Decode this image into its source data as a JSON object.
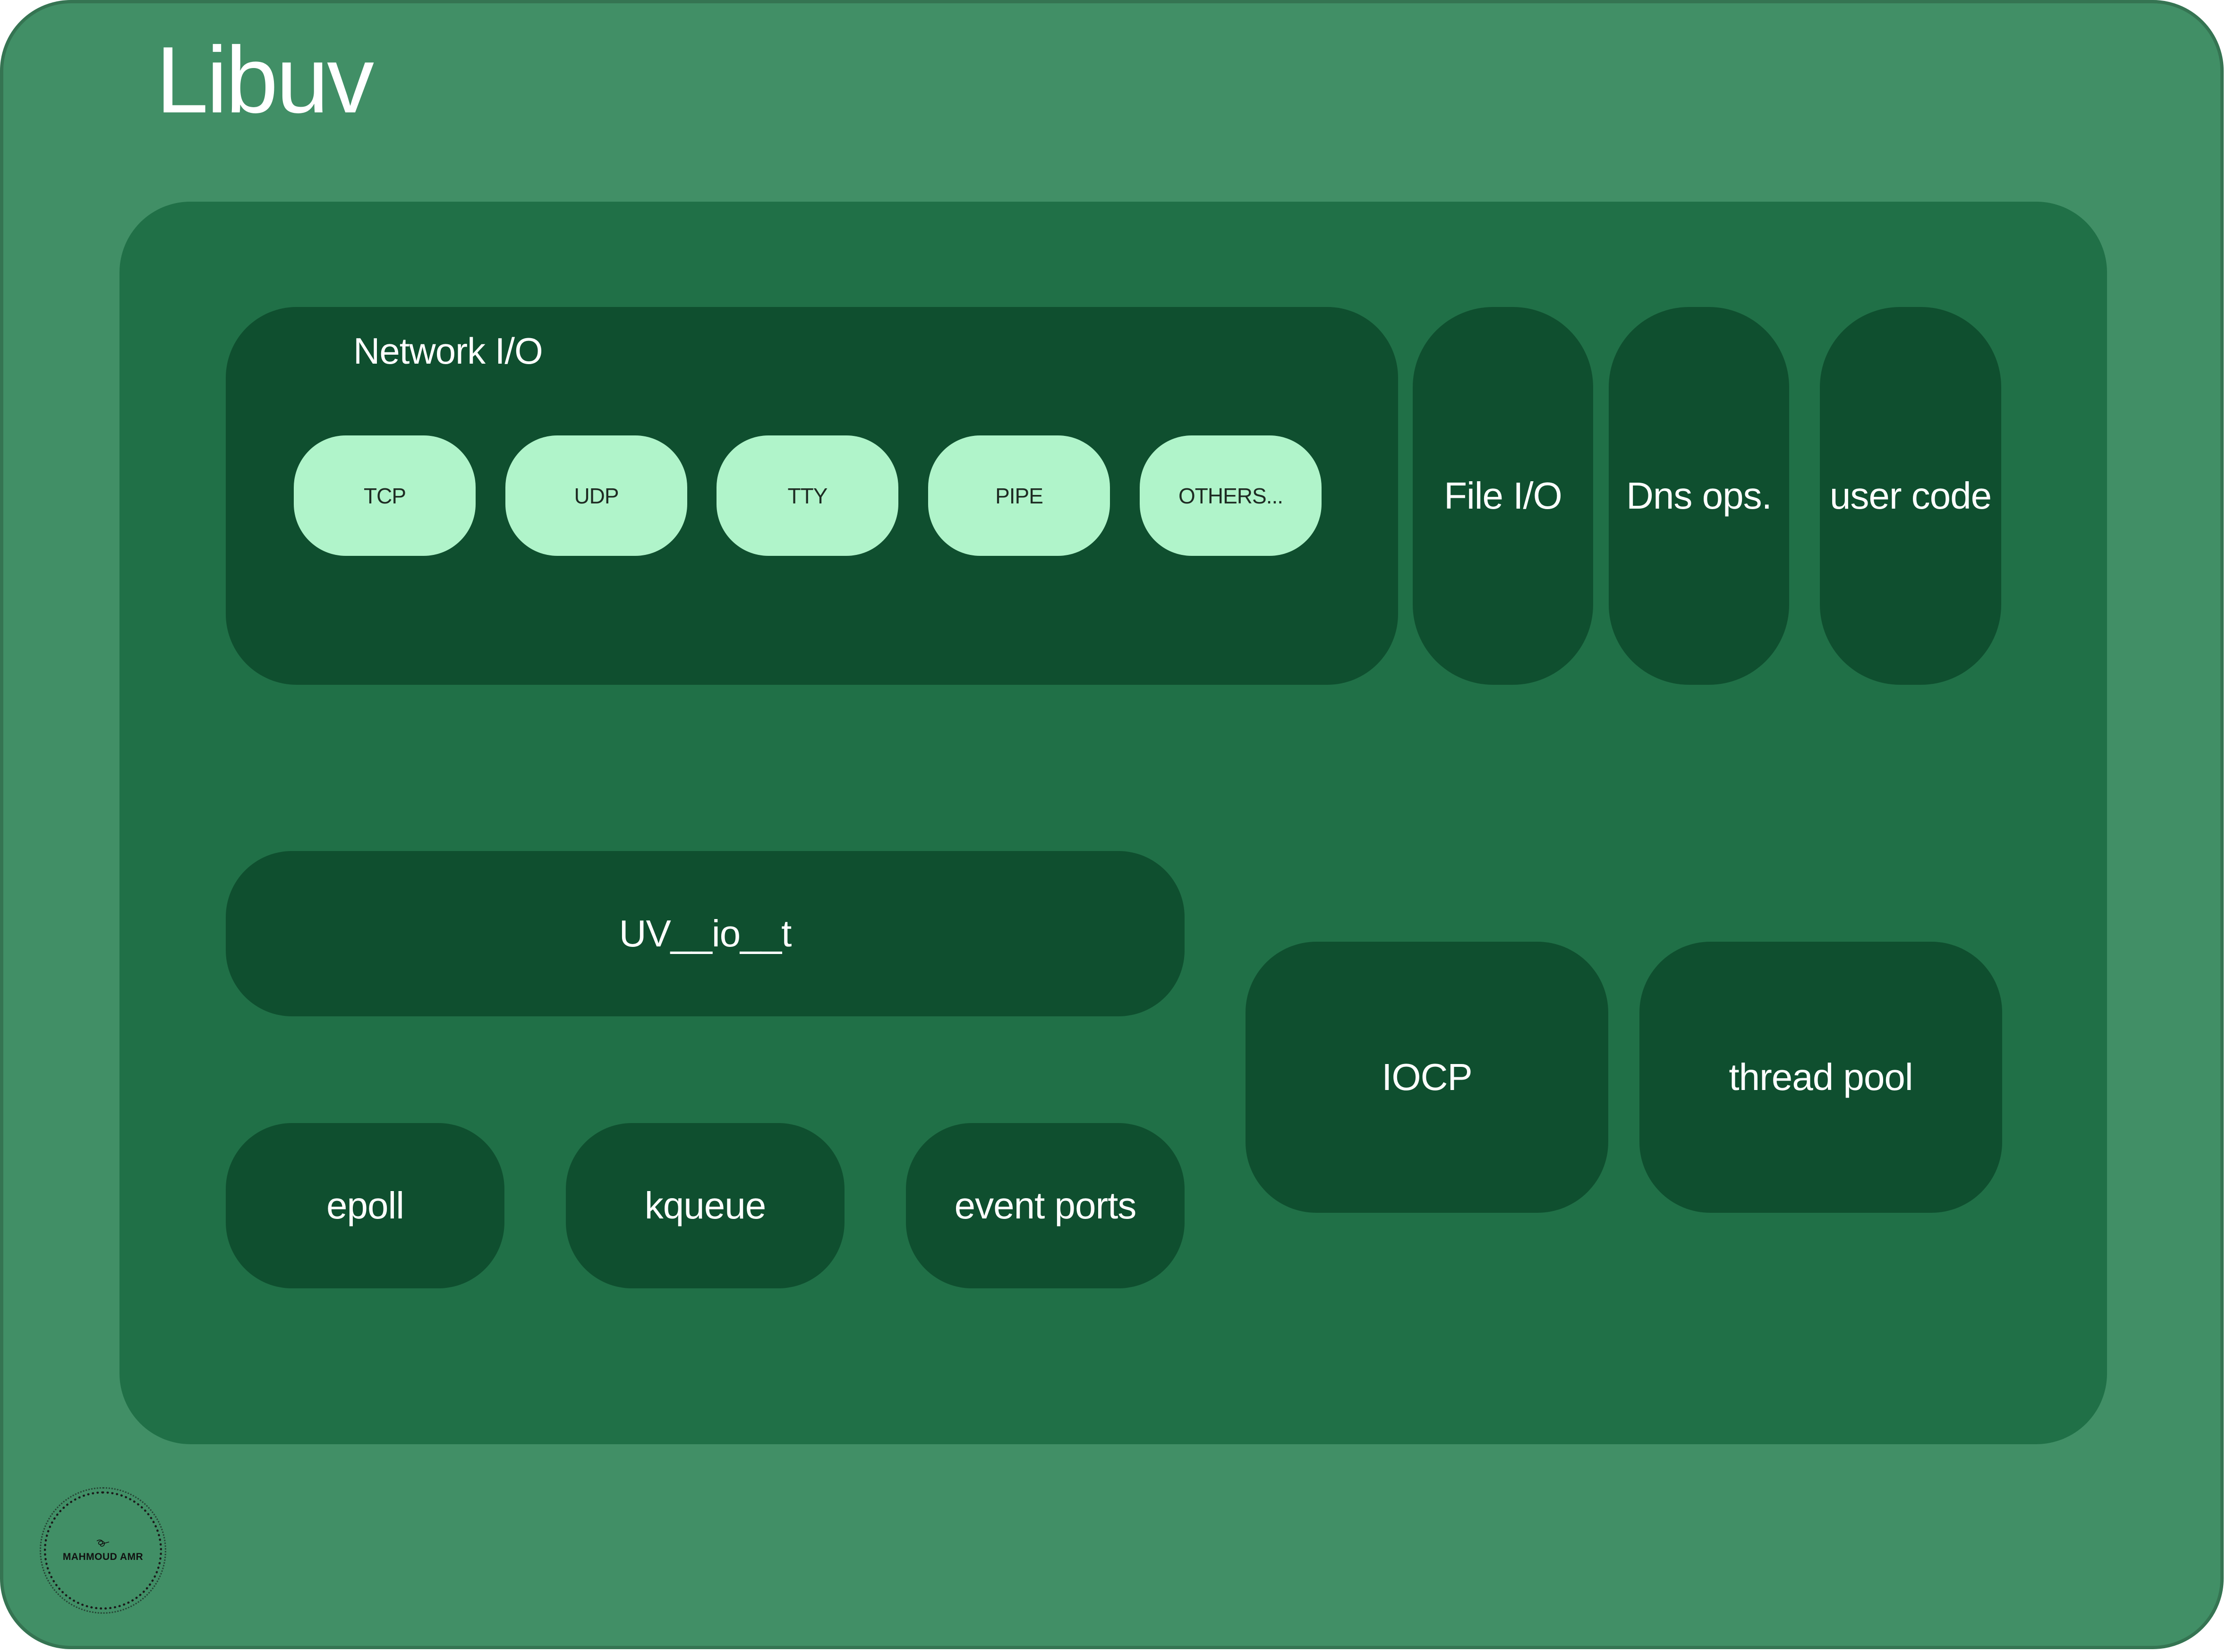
{
  "title": "Libuv",
  "colors": {
    "outer_background": "#418F66",
    "outer_border": "#357452",
    "panel_background": "#207047",
    "card_background": "#0F4F2F",
    "chip_background": "#B0F4CA",
    "chip_text": "#1E2B23",
    "card_text": "#FFFFFF"
  },
  "network_io": {
    "title": "Network I/O",
    "chips": [
      {
        "label": "TCP"
      },
      {
        "label": "UDP"
      },
      {
        "label": "TTY"
      },
      {
        "label": "PIPE"
      },
      {
        "label": "OTHERS..."
      }
    ]
  },
  "top_cards": [
    {
      "label": "File I/O"
    },
    {
      "label": "Dns ops."
    },
    {
      "label": "user code"
    }
  ],
  "uv_io": {
    "label": "UV__io__t"
  },
  "unix_backends": [
    {
      "label": "epoll"
    },
    {
      "label": "kqueue"
    },
    {
      "label": "event ports"
    }
  ],
  "windows_backends": [
    {
      "label": "IOCP"
    },
    {
      "label": "thread pool"
    }
  ],
  "watermark": {
    "label": "MAHMOUD AMR",
    "icon": "signature-icon"
  }
}
